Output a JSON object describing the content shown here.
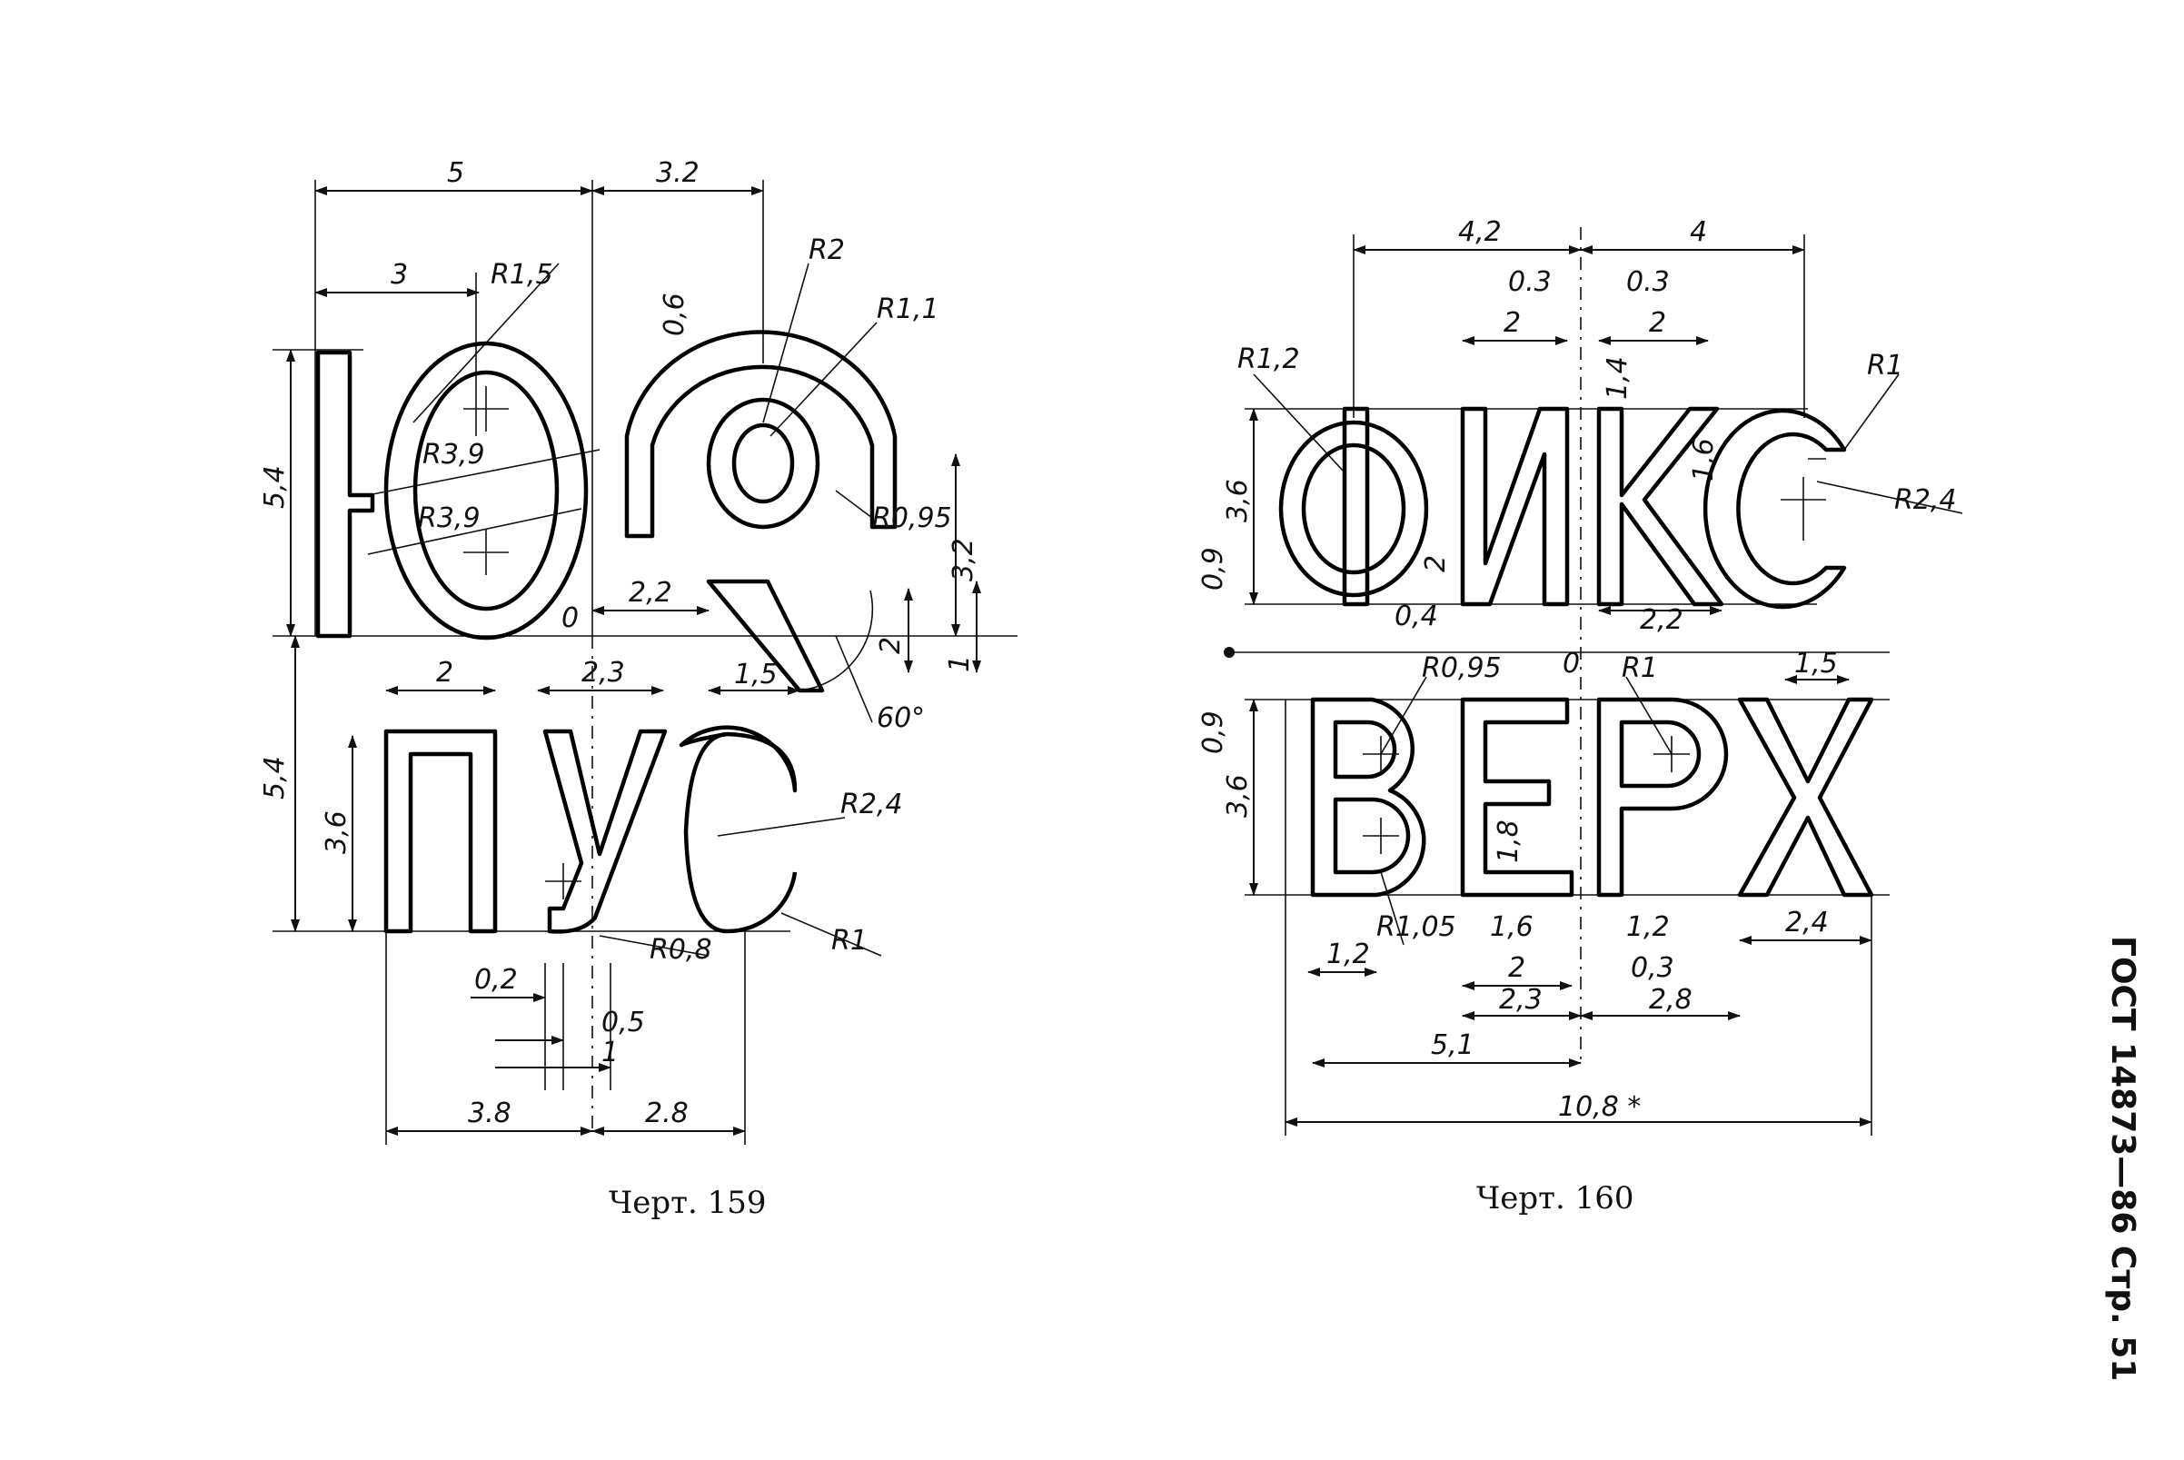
{
  "fig159": {
    "caption": "Черт. 159",
    "dims": {
      "d5": "5",
      "d3_2": "3.2",
      "d3": "3",
      "r1_5": "R1,5",
      "r2": "R2",
      "r1_1": "R1,1",
      "d0_6": "0,6",
      "r3_9a": "R3,9",
      "r3_9b": "R3,9",
      "r0_95": "R0,95",
      "d5_4a": "5,4",
      "d5_4b": "5,4",
      "d3_6": "3,6",
      "d3_2v": "3,2",
      "d2_2": "2,2",
      "d1_5": "1,5",
      "d2v": "2",
      "d1v": "1",
      "ang60": "60°",
      "zero": "0",
      "d2": "2",
      "d2_3": "2,3",
      "r2_4": "R2,4",
      "r1": "R1",
      "r0_8": "R0,8",
      "d0_2": "0,2",
      "d0_5": "0,5",
      "d1": "1",
      "d3_8": "3.8",
      "d2_8": "2.8"
    }
  },
  "fig160": {
    "caption": "Черт. 160",
    "dims": {
      "d4_2": "4,2",
      "d4": "4",
      "d0_3a": "0.3",
      "d0_3b": "0.3",
      "d2a": "2",
      "d2b": "2",
      "r1_2": "R1,2",
      "d1_4": "1,4",
      "d1_6v": "1,6",
      "r1": "R1",
      "r2_4": "R2,4",
      "d3_6a": "3,6",
      "d0_9a": "0,9",
      "d2v": "2",
      "d0_4": "0,4",
      "d2_2": "2,2",
      "zero": "0",
      "r0_95": "R0,95",
      "r1b": "R1",
      "d1_5": "1,5",
      "d0_9b": "0,9",
      "d3_6b": "3,6",
      "d1_8": "1,8",
      "r1_05": "R1,05",
      "d1_2a": "1,2",
      "d1_6": "1,6",
      "d1_2b": "1,2",
      "d2_4": "2,4",
      "d2c": "2",
      "d0_3c": "0,3",
      "d2_3": "2,3",
      "d2_8": "2,8",
      "d5_1": "5,1",
      "d10_8": "10,8 *"
    }
  },
  "sidebar": {
    "text": "ГОСТ 14873—86 Стр. 51"
  }
}
